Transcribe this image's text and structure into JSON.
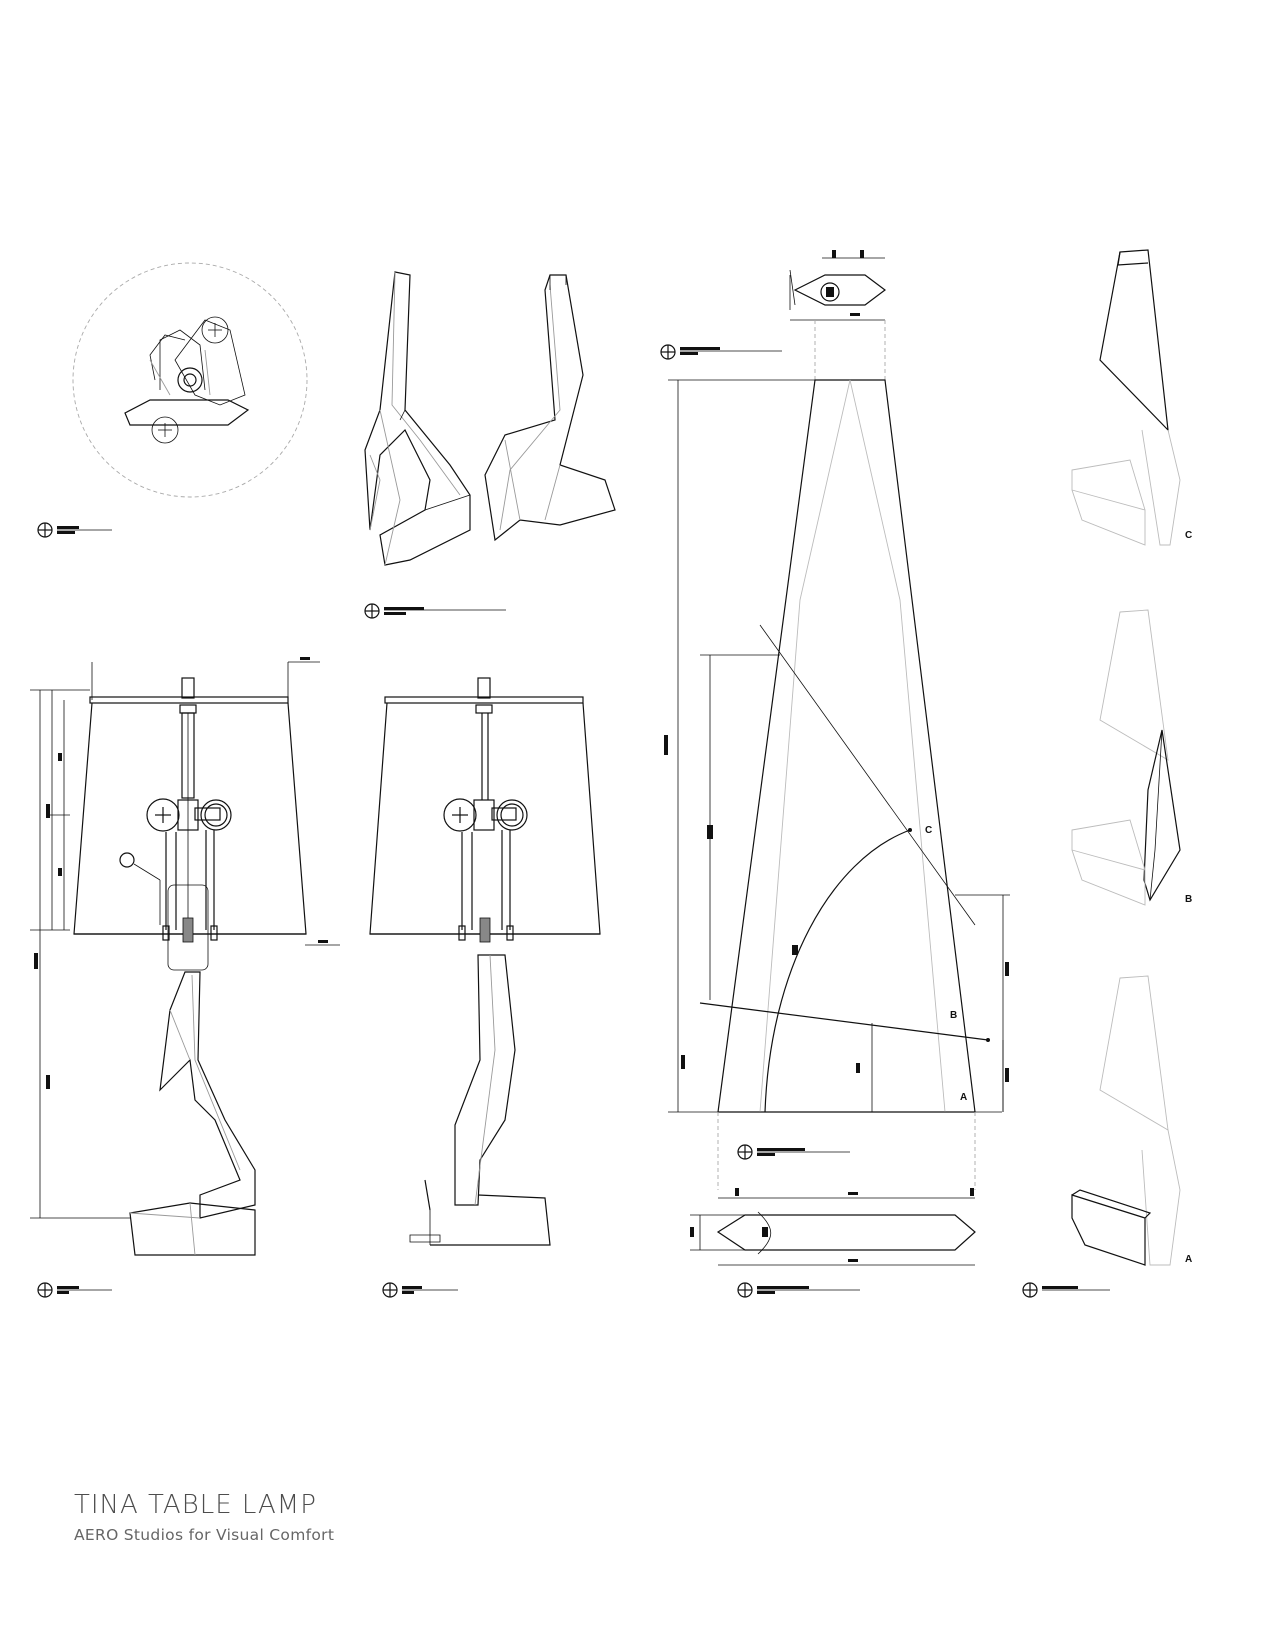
{
  "title_block": {
    "title": "TINA TABLE LAMP",
    "subtitle": "AERO Studios for Visual Comfort"
  },
  "callouts": {
    "A": "A",
    "B": "B",
    "C": "C"
  },
  "colors": {
    "line": "#111111",
    "hidden_line": "#9a9a9a",
    "title_text": "#4d4d4d"
  }
}
